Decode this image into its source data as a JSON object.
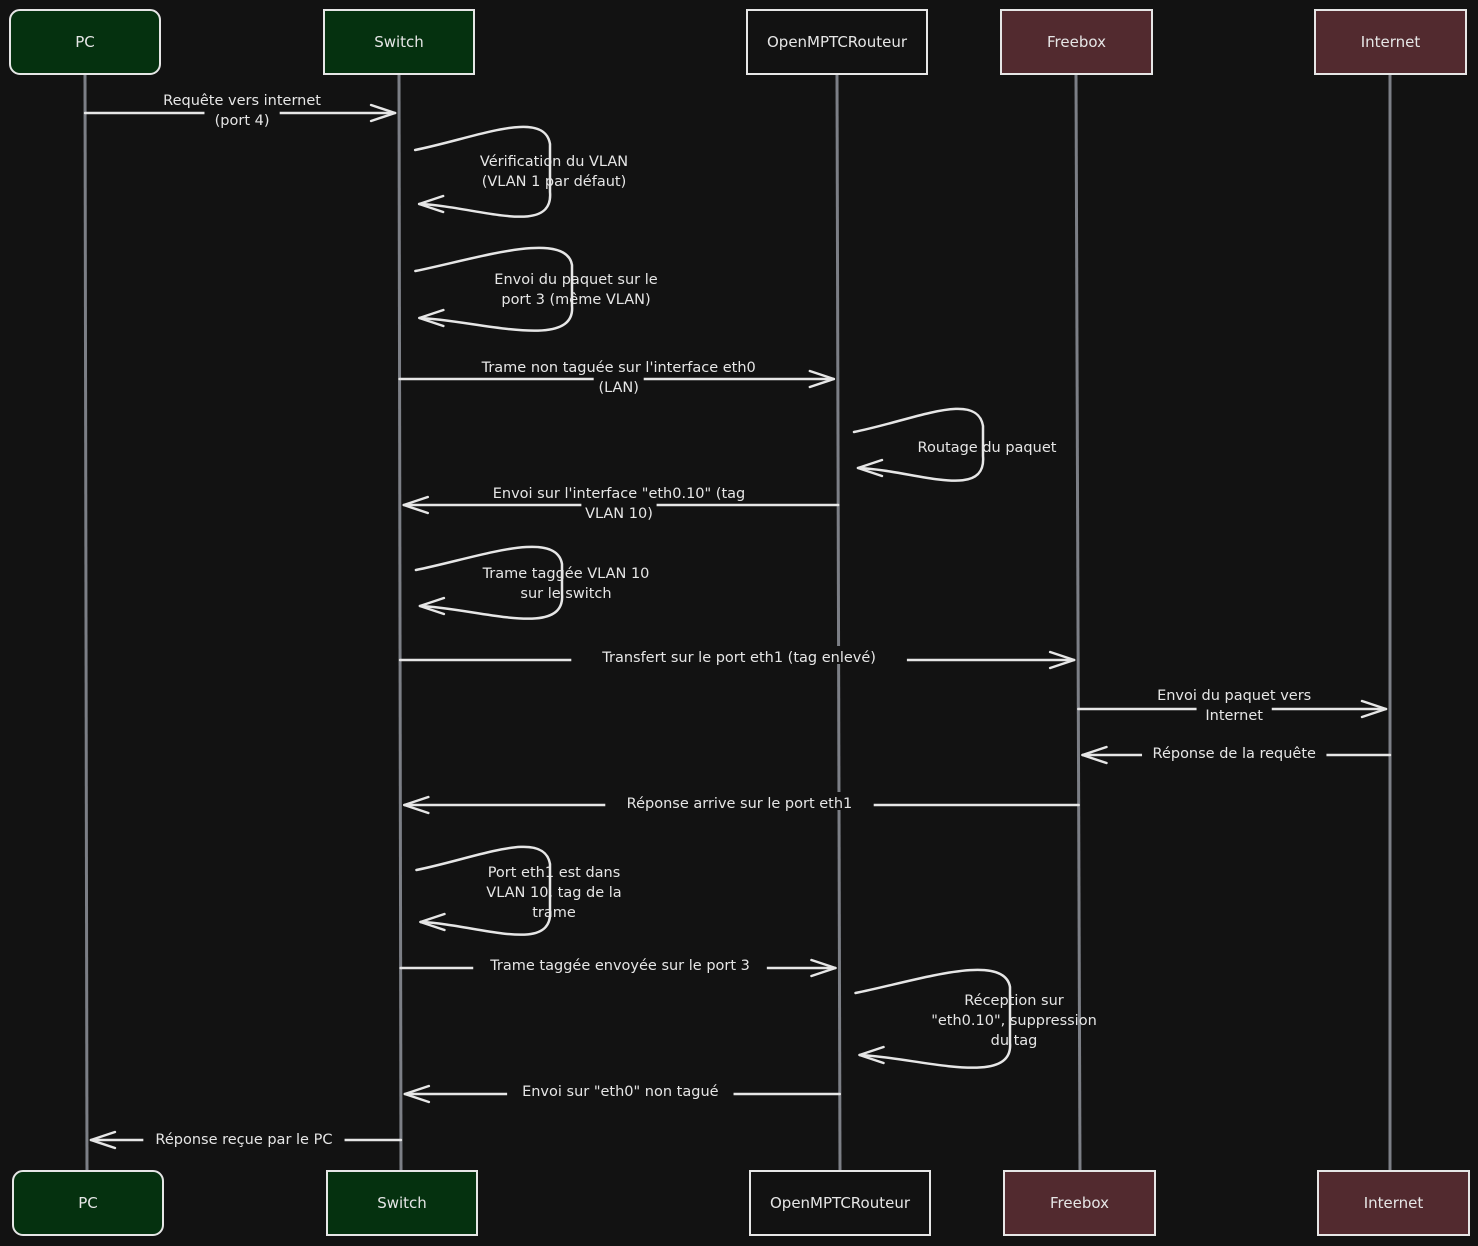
{
  "colors": {
    "background": "#121212",
    "stroke": "#e6e6e6",
    "lifeline": "#7c7f86",
    "text": "#e6e6e6"
  },
  "actors": [
    {
      "key": "pc",
      "label": "PC",
      "fill": "#05310f",
      "rounded": true
    },
    {
      "key": "switch",
      "label": "Switch",
      "fill": "#05310f",
      "rounded": false
    },
    {
      "key": "router",
      "label": "OpenMPTCRouteur",
      "fill": "#121212",
      "rounded": false
    },
    {
      "key": "freebox",
      "label": "Freebox",
      "fill": "#522a2f",
      "rounded": false
    },
    {
      "key": "internet",
      "label": "Internet",
      "fill": "#522a2f",
      "rounded": false
    }
  ],
  "messages": [
    {
      "from": "pc",
      "to": "switch",
      "lines": [
        "Requête vers internet",
        "(port 4)"
      ]
    },
    {
      "from": "switch",
      "to": "switch",
      "lines": [
        "Vérification du VLAN",
        "(VLAN 1 par défaut)"
      ]
    },
    {
      "from": "switch",
      "to": "switch",
      "lines": [
        "Envoi du paquet sur le",
        "port 3 (même VLAN)"
      ]
    },
    {
      "from": "switch",
      "to": "router",
      "lines": [
        "Trame non taguée sur l'interface eth0",
        "(LAN)"
      ]
    },
    {
      "from": "router",
      "to": "router",
      "lines": [
        "Routage du paquet"
      ]
    },
    {
      "from": "router",
      "to": "switch",
      "lines": [
        "Envoi sur l'interface \"eth0.10\" (tag",
        "VLAN 10)"
      ]
    },
    {
      "from": "switch",
      "to": "switch",
      "lines": [
        "Trame taggée VLAN 10",
        "sur le switch"
      ]
    },
    {
      "from": "switch",
      "to": "freebox",
      "lines": [
        "Transfert sur le port eth1 (tag enlevé)"
      ]
    },
    {
      "from": "freebox",
      "to": "internet",
      "lines": [
        "Envoi du paquet vers",
        "Internet"
      ]
    },
    {
      "from": "internet",
      "to": "freebox",
      "lines": [
        "Réponse de la requête"
      ]
    },
    {
      "from": "freebox",
      "to": "switch",
      "lines": [
        "Réponse arrive sur le port eth1"
      ]
    },
    {
      "from": "switch",
      "to": "switch",
      "lines": [
        "Port eth1 est dans",
        "VLAN 10, tag de la",
        "trame"
      ]
    },
    {
      "from": "switch",
      "to": "router",
      "lines": [
        "Trame taggée envoyée sur le port 3"
      ]
    },
    {
      "from": "router",
      "to": "router",
      "lines": [
        "Réception sur",
        "\"eth0.10\", suppression",
        "du tag"
      ]
    },
    {
      "from": "router",
      "to": "switch",
      "lines": [
        "Envoi sur \"eth0\" non tagué"
      ]
    },
    {
      "from": "switch",
      "to": "pc",
      "lines": [
        "Réponse reçue par le PC"
      ]
    }
  ]
}
